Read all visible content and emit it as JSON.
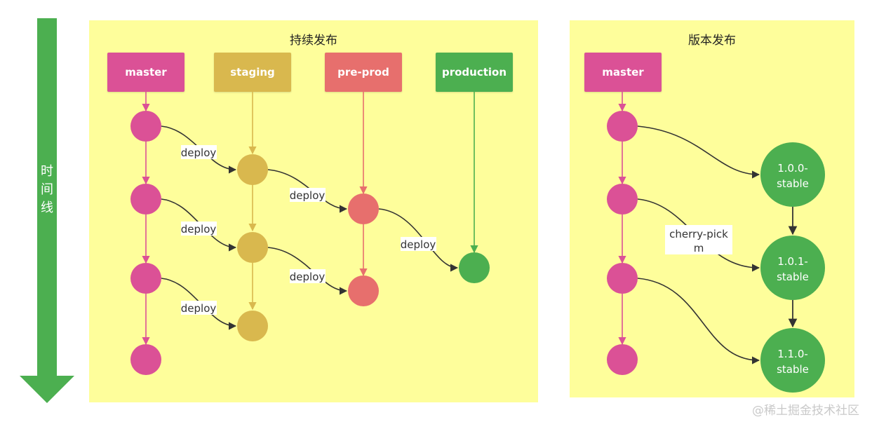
{
  "colors": {
    "panel_bg": "#fefe9b",
    "master": "#db5196",
    "staging": "#d9b84e",
    "preprod": "#e76f6d",
    "production": "#4caf50",
    "timeline": "#4caf50",
    "edge_dark": "#333333"
  },
  "timeline": {
    "label": "时间线",
    "chars": [
      "时",
      "间",
      "线"
    ]
  },
  "continuous": {
    "title": "持续发布",
    "branches": [
      "master",
      "staging",
      "pre-prod",
      "production"
    ],
    "edge_label": "deploy"
  },
  "release": {
    "title": "版本发布",
    "branch": "master",
    "edge_label": "cherry-pick",
    "edge_label_lines": [
      "cherry-pick",
      "m"
    ],
    "versions": [
      {
        "line1": "1.0.0-",
        "line2": "stable"
      },
      {
        "line1": "1.0.1-",
        "line2": "stable"
      },
      {
        "line1": "1.1.0-",
        "line2": "stable"
      }
    ]
  },
  "watermark": "@稀土掘金技术社区"
}
